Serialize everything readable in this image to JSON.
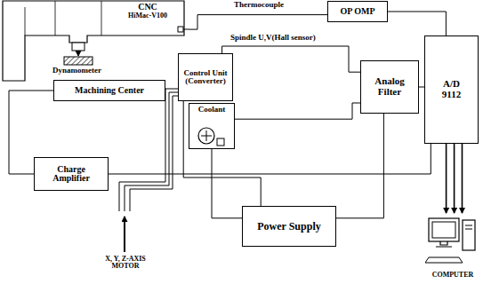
{
  "diagram": {
    "nodes": [
      {
        "text": [
          "CNC",
          "HiMac-V100"
        ]
      },
      {
        "text": [
          "OP OMP"
        ]
      },
      {
        "text": [
          "Control Unit (Converter)"
        ]
      },
      {
        "text": [
          "Coolant"
        ]
      },
      {
        "text": [
          "Analog Filter"
        ]
      },
      {
        "text": [
          "A/D 9112"
        ]
      },
      {
        "text": [
          "Machining Center"
        ]
      },
      {
        "text": [
          "Charge Amplifier"
        ]
      },
      {
        "text": [
          "Power Supply"
        ]
      },
      {
        "text": [
          "COMPUTER"
        ]
      }
    ],
    "edges": [
      {
        "from": 0,
        "to": 1,
        "arrow": "none",
        "label": "Thermocouple"
      },
      {
        "from": 1,
        "to": 5,
        "arrow": "none"
      },
      {
        "from": 2,
        "to": 4,
        "arrow": "none",
        "label": "Spindle U,V(Hall sensor)"
      },
      {
        "from": 3,
        "to": 4,
        "arrow": "none"
      },
      {
        "from": 4,
        "to": 5,
        "arrow": "none"
      },
      {
        "from": 6,
        "to": 7,
        "arrow": "none"
      },
      {
        "from": 7,
        "to": 5,
        "arrow": "none"
      },
      {
        "from": 2,
        "to": 8,
        "arrow": "none"
      },
      {
        "from": 8,
        "to": 4,
        "arrow": "none"
      },
      {
        "from": 8,
        "to": 3,
        "arrow": "none"
      },
      {
        "from": 5,
        "to": 9,
        "arrow": "to"
      }
    ],
    "labels": [
      "Dynamometer",
      "X, Y, Z-AXIS MOTOR"
    ]
  }
}
